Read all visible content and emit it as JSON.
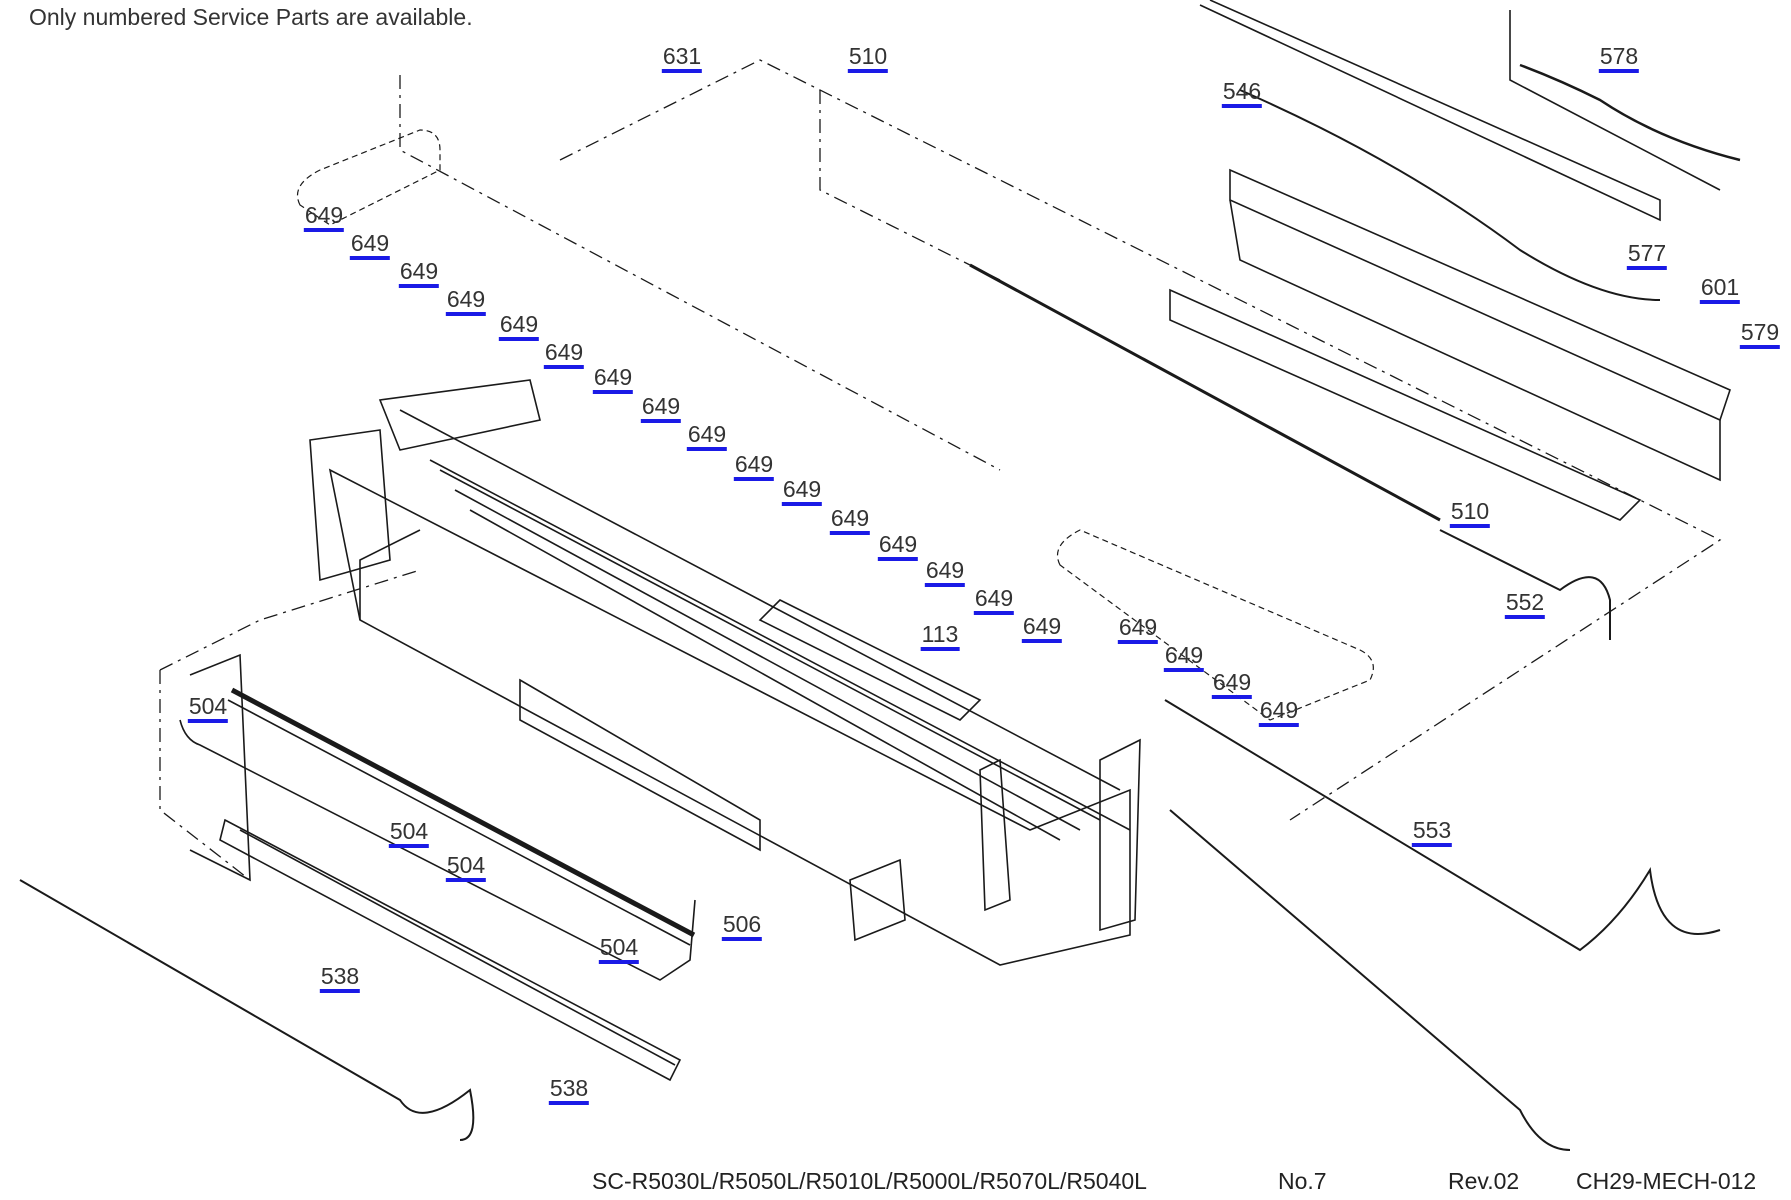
{
  "notice": "Only numbered Service Parts are available.",
  "callouts": [
    {
      "id": "c631",
      "label": "631",
      "part": "631"
    },
    {
      "id": "c510a",
      "label": "510",
      "part": "510"
    },
    {
      "id": "c546",
      "label": "546",
      "part": "546"
    },
    {
      "id": "c578",
      "label": "578",
      "part": "578"
    },
    {
      "id": "c577",
      "label": "577",
      "part": "577"
    },
    {
      "id": "c601",
      "label": "601",
      "part": "601"
    },
    {
      "id": "c579",
      "label": "579",
      "part": "579"
    },
    {
      "id": "c510b",
      "label": "510",
      "part": "510"
    },
    {
      "id": "c552",
      "label": "552",
      "part": "552"
    },
    {
      "id": "c113",
      "label": "113",
      "part": "113"
    },
    {
      "id": "c553",
      "label": "553",
      "part": "553"
    },
    {
      "id": "c504a",
      "label": "504",
      "part": "504"
    },
    {
      "id": "c504b",
      "label": "504",
      "part": "504"
    },
    {
      "id": "c504c",
      "label": "504",
      "part": "504"
    },
    {
      "id": "c504d",
      "label": "504",
      "part": "504"
    },
    {
      "id": "c506",
      "label": "506",
      "part": "506"
    },
    {
      "id": "c538a",
      "label": "538",
      "part": "538"
    },
    {
      "id": "c538b",
      "label": "538",
      "part": "538"
    },
    {
      "id": "c649_01",
      "label": "649",
      "part": "649"
    },
    {
      "id": "c649_02",
      "label": "649",
      "part": "649"
    },
    {
      "id": "c649_03",
      "label": "649",
      "part": "649"
    },
    {
      "id": "c649_04",
      "label": "649",
      "part": "649"
    },
    {
      "id": "c649_05",
      "label": "649",
      "part": "649"
    },
    {
      "id": "c649_06",
      "label": "649",
      "part": "649"
    },
    {
      "id": "c649_07",
      "label": "649",
      "part": "649"
    },
    {
      "id": "c649_08",
      "label": "649",
      "part": "649"
    },
    {
      "id": "c649_09",
      "label": "649",
      "part": "649"
    },
    {
      "id": "c649_10",
      "label": "649",
      "part": "649"
    },
    {
      "id": "c649_11",
      "label": "649",
      "part": "649"
    },
    {
      "id": "c649_12",
      "label": "649",
      "part": "649"
    },
    {
      "id": "c649_13",
      "label": "649",
      "part": "649"
    },
    {
      "id": "c649_14",
      "label": "649",
      "part": "649"
    },
    {
      "id": "c649_15",
      "label": "649",
      "part": "649"
    },
    {
      "id": "c649_16",
      "label": "649",
      "part": "649"
    },
    {
      "id": "c649_17",
      "label": "649",
      "part": "649"
    },
    {
      "id": "c649_18",
      "label": "649",
      "part": "649"
    },
    {
      "id": "c649_19",
      "label": "649",
      "part": "649"
    },
    {
      "id": "c649_20",
      "label": "649",
      "part": "649"
    }
  ],
  "footer": {
    "model": "SC-R5030L/R5050L/R5010L/R5000L/R5070L/R5040L",
    "page_no": "No.7",
    "revision": "Rev.02",
    "doc_code": "CH29-MECH-012"
  },
  "colors": {
    "link_underline": "#1a1ae6",
    "line_art": "#1a1a1a",
    "label_text": "#333333"
  }
}
